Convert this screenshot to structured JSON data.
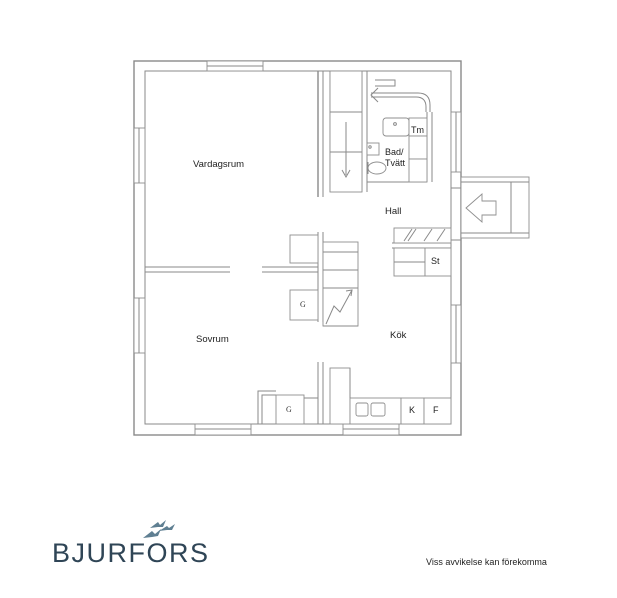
{
  "rooms": {
    "vardagsrum": "Vardagsrum",
    "sovrum": "Sovrum",
    "hall": "Hall",
    "kok": "Kök",
    "bad_line1": "Bad/",
    "bad_line2": "Tvätt"
  },
  "fixtures": {
    "tm": "Tm",
    "st": "St",
    "k": "K",
    "f": "F",
    "g_stair": "G",
    "g_sovrum": "G"
  },
  "brand": {
    "name": "BJURFORS"
  },
  "footer": {
    "disclaimer": "Viss avvikelse kan förekomma"
  },
  "colors": {
    "wall": "#8a8a8a",
    "brand": "#2f4556",
    "logo_birds": "#5f7f92"
  }
}
